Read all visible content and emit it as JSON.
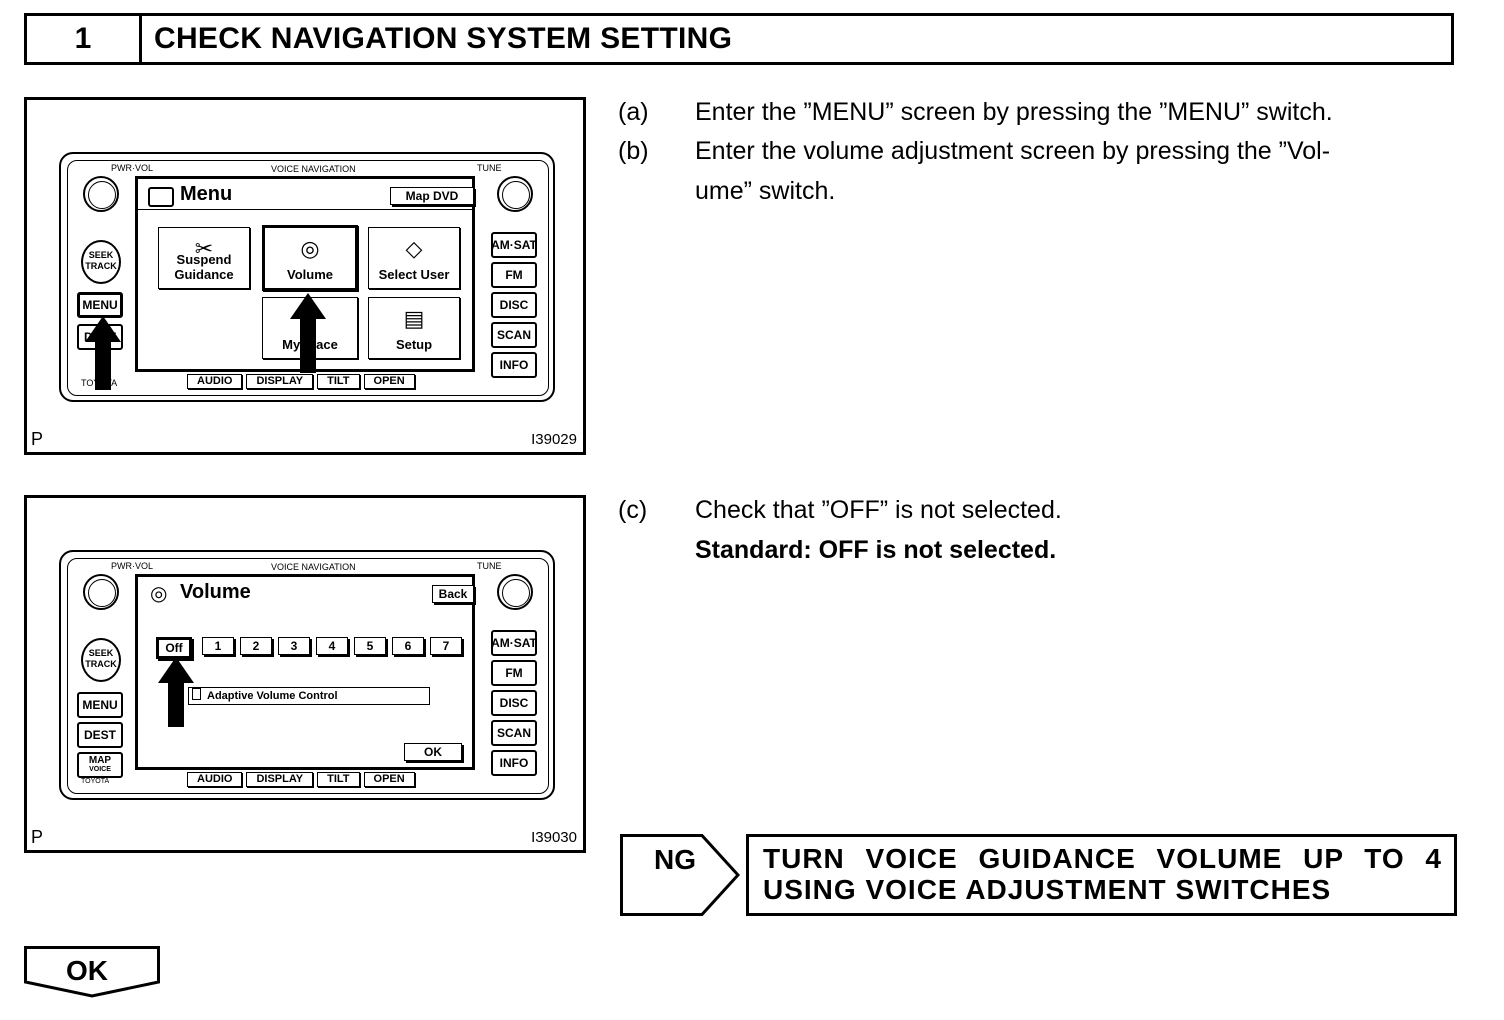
{
  "step": {
    "number": "1",
    "title": "CHECK NAVIGATION SYSTEM SETTING"
  },
  "figure1": {
    "p_label": "P",
    "id": "I39029",
    "top_labels": {
      "pwr_vol": "PWR·VOL",
      "voice_nav": "VOICE NAVIGATION",
      "tune": "TUNE"
    },
    "screen_title": "Menu",
    "screen_button": "Map DVD",
    "tiles": [
      "Suspend\nGuidance",
      "Volume",
      "Select User",
      "My Place",
      "Setup"
    ],
    "tile_line1": "Suspend",
    "tile_line2": "Guidance",
    "tile_volume": "Volume",
    "tile_select_user": "Select User",
    "tile_my_place": "My Place",
    "tile_setup": "Setup",
    "left_buttons": {
      "seek": "SEEK\nTRACK",
      "menu": "MENU",
      "dest": "DEST",
      "brand": "TOYOTA"
    },
    "seek_line1": "SEEK",
    "seek_line2": "TRACK",
    "right_buttons": [
      "AM·SAT",
      "FM",
      "DISC",
      "SCAN",
      "INFO"
    ],
    "bottom_buttons": [
      "AUDIO",
      "DISPLAY",
      "TILT",
      "OPEN"
    ]
  },
  "figure2": {
    "p_label": "P",
    "id": "I39030",
    "top_labels": {
      "pwr_vol": "PWR·VOL",
      "voice_nav": "VOICE NAVIGATION",
      "tune": "TUNE"
    },
    "screen_title": "Volume",
    "screen_button": "Back",
    "levels": [
      "Off",
      "1",
      "2",
      "3",
      "4",
      "5",
      "6",
      "7"
    ],
    "avc_label": "Adaptive Volume Control",
    "ok_label": "OK",
    "left_buttons": {
      "menu": "MENU",
      "dest": "DEST",
      "map": "MAP",
      "voice": "VOICE",
      "brand": "TOYOTA"
    },
    "seek_line1": "SEEK",
    "seek_line2": "TRACK",
    "right_buttons": [
      "AM·SAT",
      "FM",
      "DISC",
      "SCAN",
      "INFO"
    ],
    "bottom_buttons": [
      "AUDIO",
      "DISPLAY",
      "TILT",
      "OPEN"
    ]
  },
  "instructions": {
    "a_label": "(a)",
    "a_text": "Enter the ”MENU” screen by pressing the ”MENU” switch.",
    "b_label": "(b)",
    "b_text_1": "Enter the volume adjustment screen by pressing the ”Vol-",
    "b_text_2": "ume” switch.",
    "c_label": "(c)",
    "c_text": "Check that ”OFF” is not selected.",
    "standard": "Standard: OFF is not selected."
  },
  "ng": {
    "label": "NG",
    "result_line1": "TURN VOICE GUIDANCE VOLUME UP TO 4",
    "result_line2": "USING VOICE ADJUSTMENT SWITCHES"
  },
  "ok": {
    "label": "OK"
  }
}
